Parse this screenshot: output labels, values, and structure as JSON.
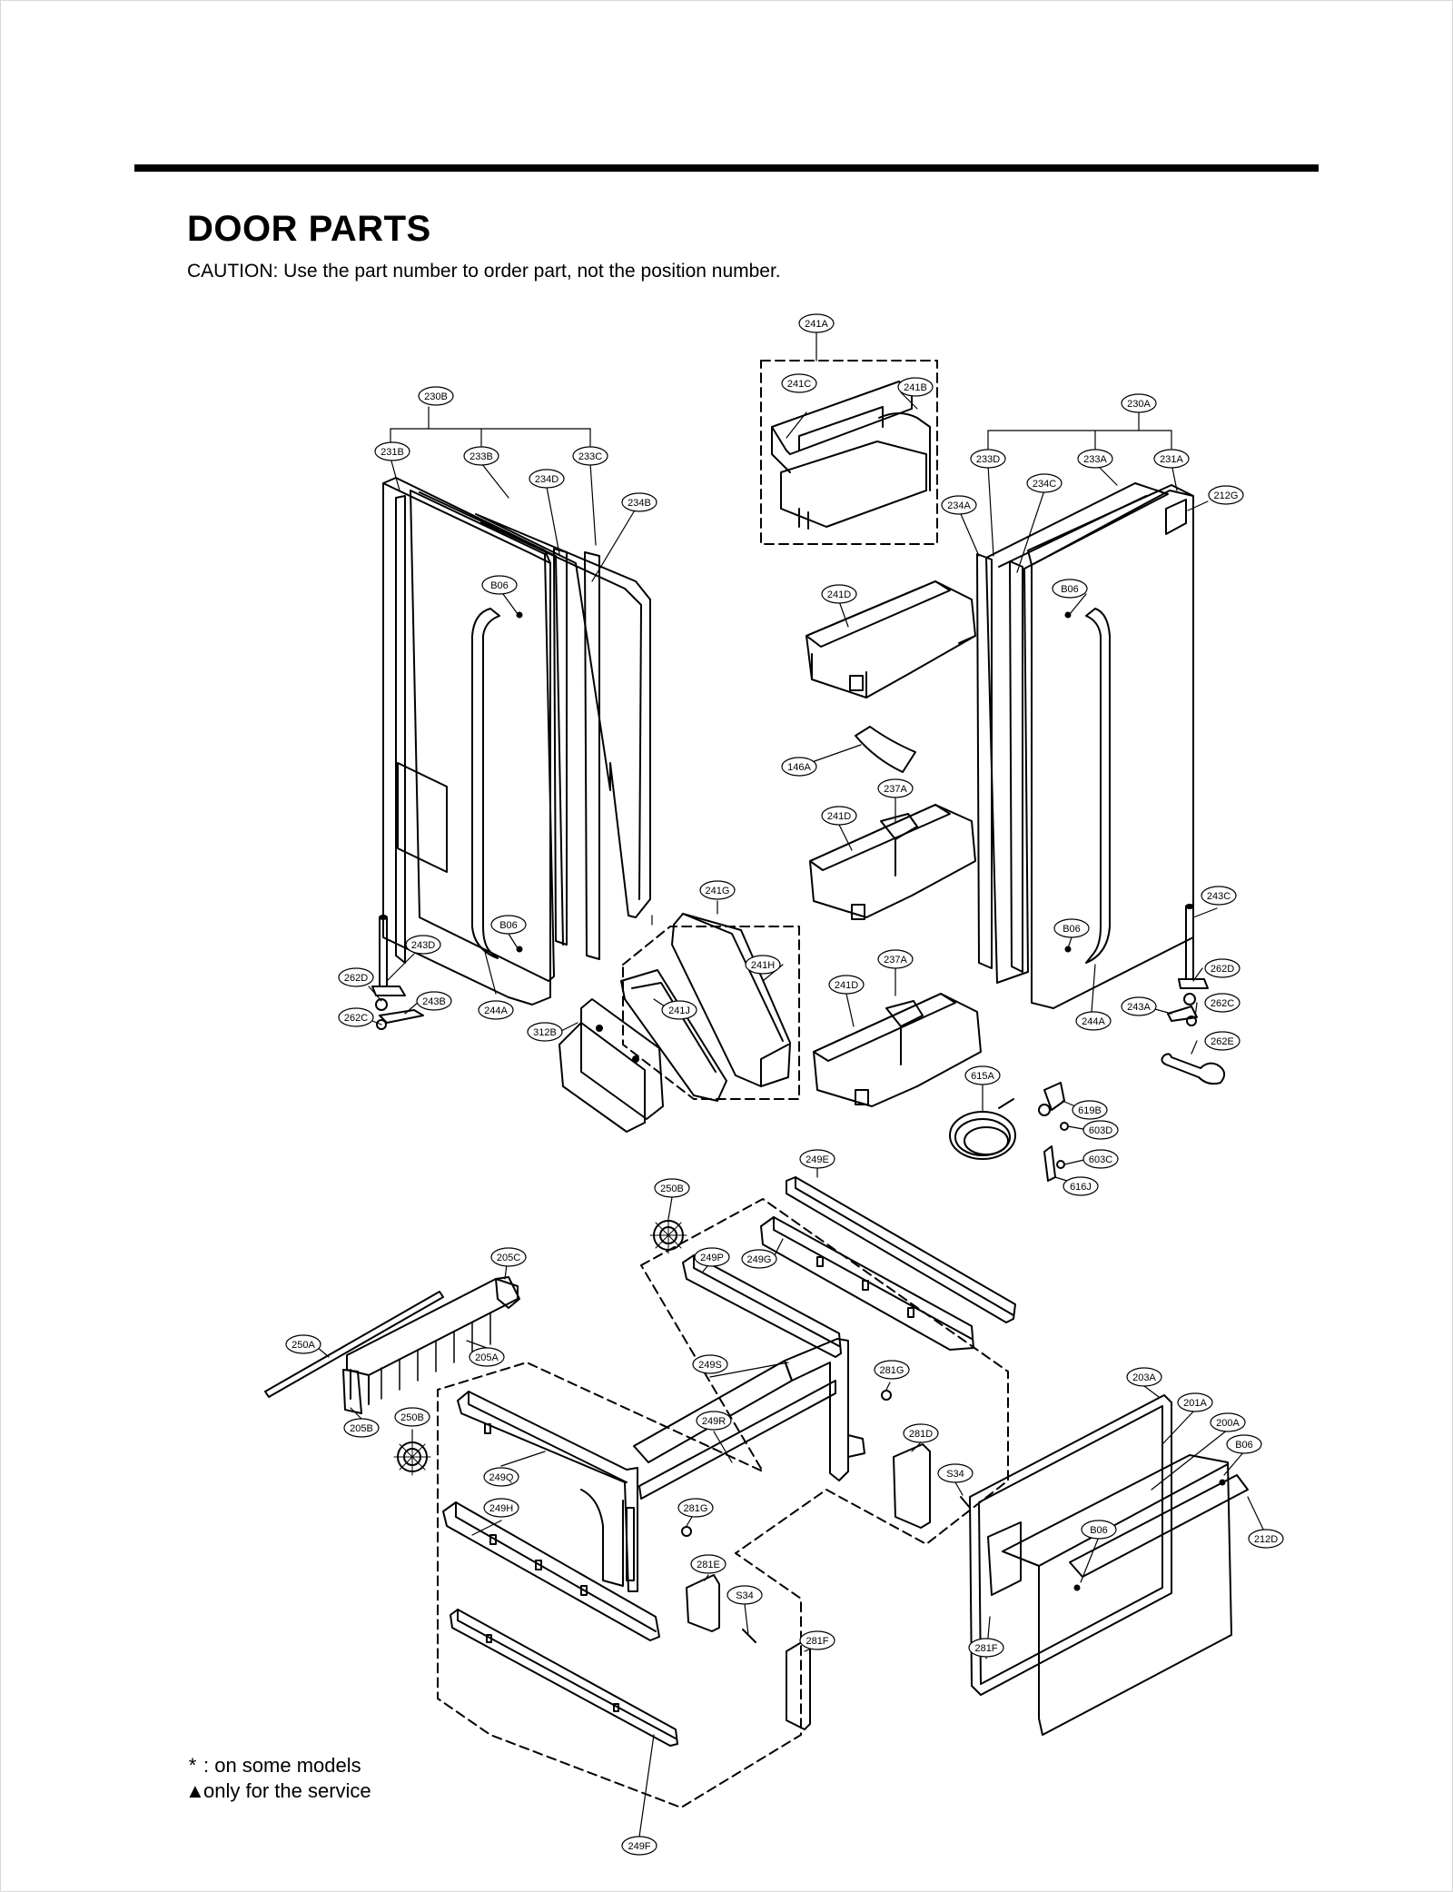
{
  "page": {
    "title": "DOOR PARTS",
    "caution": "CAUTION: Use the part number to order part, not the position number."
  },
  "legend": [
    {
      "symbol": "*",
      "text": ": on some models"
    },
    {
      "symbol": "▲",
      "text": "only for the service"
    }
  ],
  "callouts": [
    "241A",
    "241C",
    "241B",
    "230B",
    "230A",
    "231B",
    "233B",
    "233C",
    "234D",
    "234B",
    "233D",
    "233A",
    "231A",
    "234C",
    "234A",
    "212G",
    "B06",
    "B06",
    "241D",
    "146A",
    "237A",
    "241D",
    "241G",
    "241H",
    "241J",
    "237A",
    "241D",
    "312B",
    "243D",
    "262D",
    "243B",
    "262C",
    "244A",
    "B06",
    "243C",
    "B06",
    "262D",
    "243A",
    "262C",
    "244A",
    "262E",
    "615A",
    "619B",
    "603D",
    "603C",
    "616J",
    "249E",
    "250B",
    "249P",
    "249G",
    "205C",
    "250A",
    "205A",
    "205B",
    "249S",
    "281G",
    "250B",
    "249R",
    "249Q",
    "249H",
    "281G",
    "281D",
    "S34",
    "281E",
    "S34",
    "281F",
    "203A",
    "201A",
    "200A",
    "B06",
    "212D",
    "B06",
    "281F",
    "249F"
  ]
}
